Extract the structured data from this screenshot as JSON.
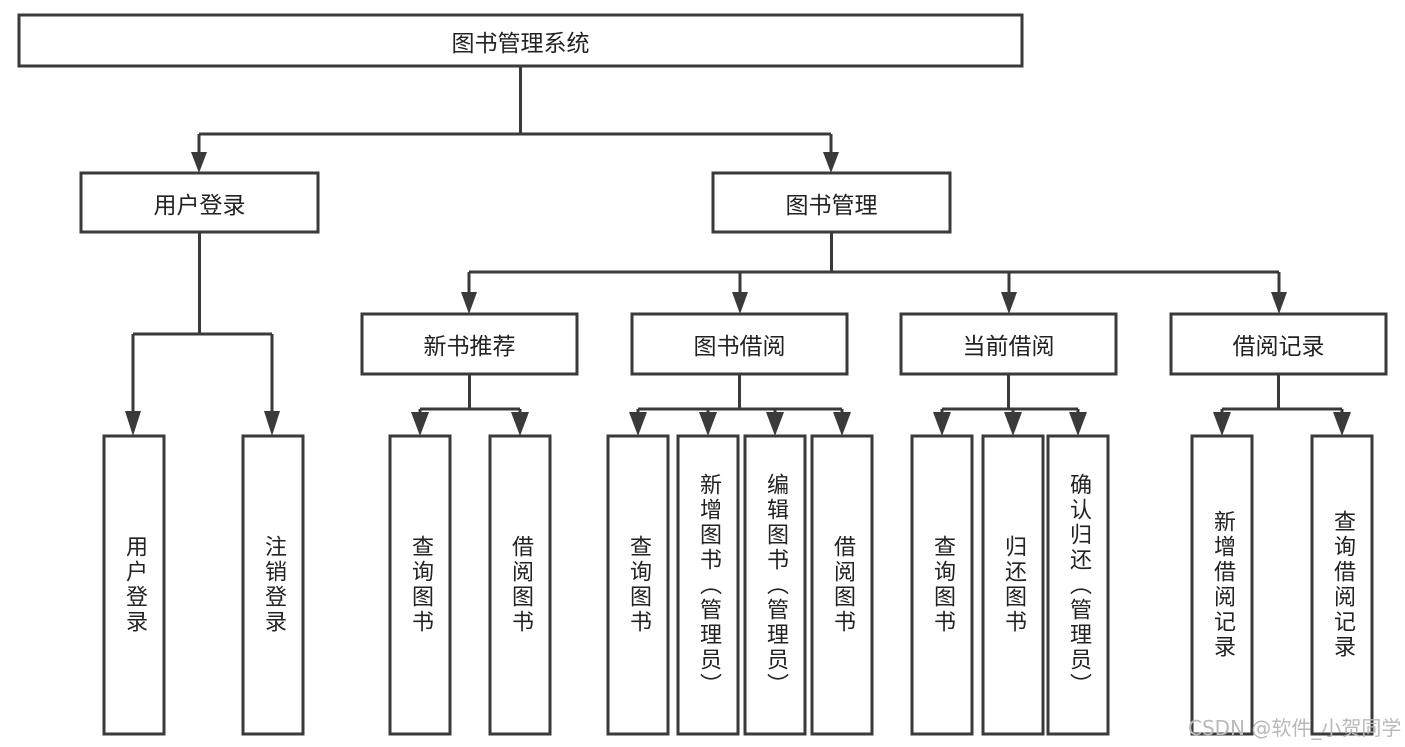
{
  "diagram": {
    "type": "tree-hierarchy",
    "title": "图书管理系统",
    "root": {
      "label": "图书管理系统"
    },
    "level1": [
      {
        "id": "user-login",
        "label": "用户登录"
      },
      {
        "id": "book-manage",
        "label": "图书管理"
      }
    ],
    "level2": [
      {
        "id": "new-book-recommend",
        "label": "新书推荐",
        "parent": "book-manage"
      },
      {
        "id": "book-borrow",
        "label": "图书借阅",
        "parent": "book-manage"
      },
      {
        "id": "current-borrow",
        "label": "当前借阅",
        "parent": "book-manage"
      },
      {
        "id": "borrow-record",
        "label": "借阅记录",
        "parent": "book-manage"
      }
    ],
    "leaves": [
      {
        "id": "leaf-user-login",
        "label": "用户登录",
        "parent": "user-login"
      },
      {
        "id": "leaf-logout-login",
        "label": "注销登录",
        "parent": "user-login"
      },
      {
        "id": "leaf-query-book-1",
        "label": "查询图书",
        "parent": "new-book-recommend"
      },
      {
        "id": "leaf-borrow-book-1",
        "label": "借阅图书",
        "parent": "new-book-recommend"
      },
      {
        "id": "leaf-query-book-2",
        "label": "查询图书",
        "parent": "book-borrow"
      },
      {
        "id": "leaf-add-book",
        "label": "新增图书（管理员）",
        "parent": "book-borrow"
      },
      {
        "id": "leaf-edit-book",
        "label": "编辑图书（管理员）",
        "parent": "book-borrow"
      },
      {
        "id": "leaf-borrow-book-2",
        "label": "借阅图书",
        "parent": "book-borrow"
      },
      {
        "id": "leaf-query-book-3",
        "label": "查询图书",
        "parent": "current-borrow"
      },
      {
        "id": "leaf-return-book",
        "label": "归还图书",
        "parent": "current-borrow"
      },
      {
        "id": "leaf-confirm-return",
        "label": "确认归还（管理员）",
        "parent": "current-borrow"
      },
      {
        "id": "leaf-add-record",
        "label": "新增借阅记录",
        "parent": "borrow-record"
      },
      {
        "id": "leaf-query-record",
        "label": "查询借阅记录",
        "parent": "borrow-record"
      }
    ],
    "colors": {
      "stroke": "#3a3a3a",
      "fill": "#ffffff",
      "text": "#222222",
      "watermark": "#b9b9b9"
    }
  },
  "watermark": {
    "text": "CSDN @软件_小贺同学"
  }
}
